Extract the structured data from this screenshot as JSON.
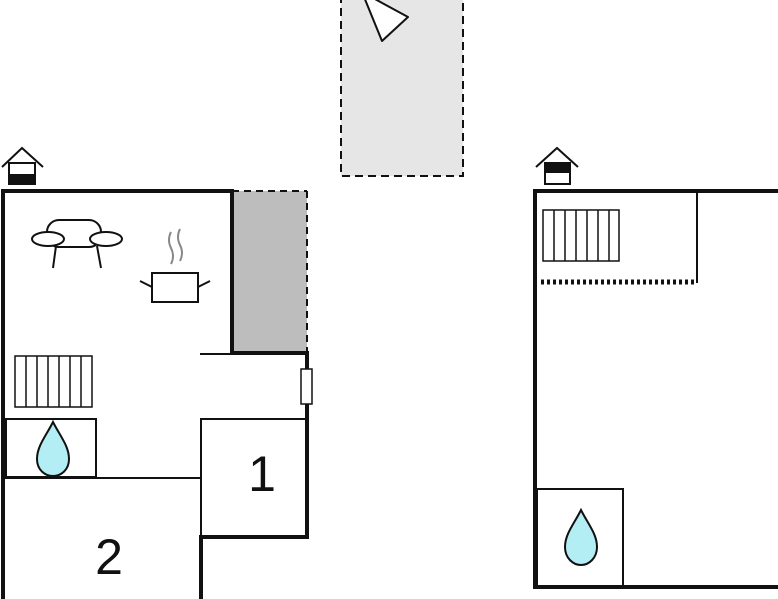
{
  "plan": {
    "ground_floor": {
      "rooms": [
        {
          "id": "room-1",
          "label": "1"
        },
        {
          "id": "room-2",
          "label": "2"
        }
      ]
    },
    "icons": [
      "floor-level-house-icon",
      "sofa-icon",
      "cooking-pot-icon",
      "stairs-icon",
      "water-drop-icon",
      "compass-arrow-icon"
    ],
    "colors": {
      "wall": "#111111",
      "terrace": "#e6e6e6",
      "outbuilding": "#bdbdbd",
      "water": "#b3eef5"
    }
  }
}
